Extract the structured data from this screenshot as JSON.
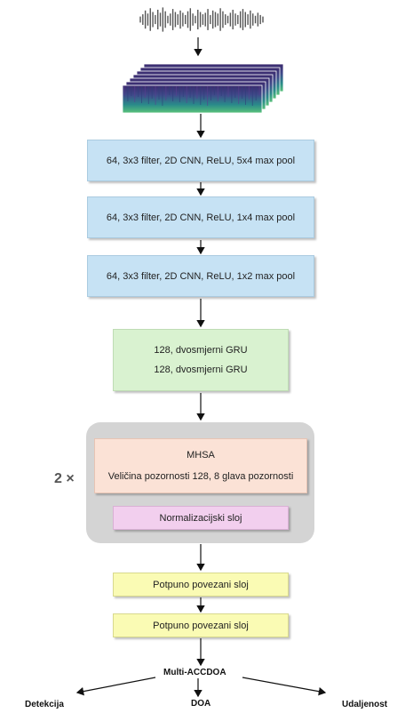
{
  "cnn": [
    {
      "label": "64, 3x3 filter, 2D CNN, ReLU, 5x4 max pool"
    },
    {
      "label": "64, 3x3 filter, 2D CNN, ReLU, 1x4 max pool"
    },
    {
      "label": "64, 3x3 filter, 2D CNN, ReLU, 1x2 max pool"
    }
  ],
  "gru": {
    "line1": "128, dvosmjerni GRU",
    "line2": "128, dvosmjerni GRU"
  },
  "attention": {
    "repeat": "2 ×",
    "mhsa_title": "MHSA",
    "mhsa_detail": "Veličina pozornosti 128, 8 glava pozornosti",
    "norm": "Normalizacijski sloj"
  },
  "fc": [
    {
      "label": "Potpuno povezani sloj"
    },
    {
      "label": "Potpuno povezani sloj"
    }
  ],
  "output": {
    "label": "Multi-ACCDOA",
    "detection": "Detekcija",
    "doa": "DOA",
    "distance": "Udaljenost"
  }
}
